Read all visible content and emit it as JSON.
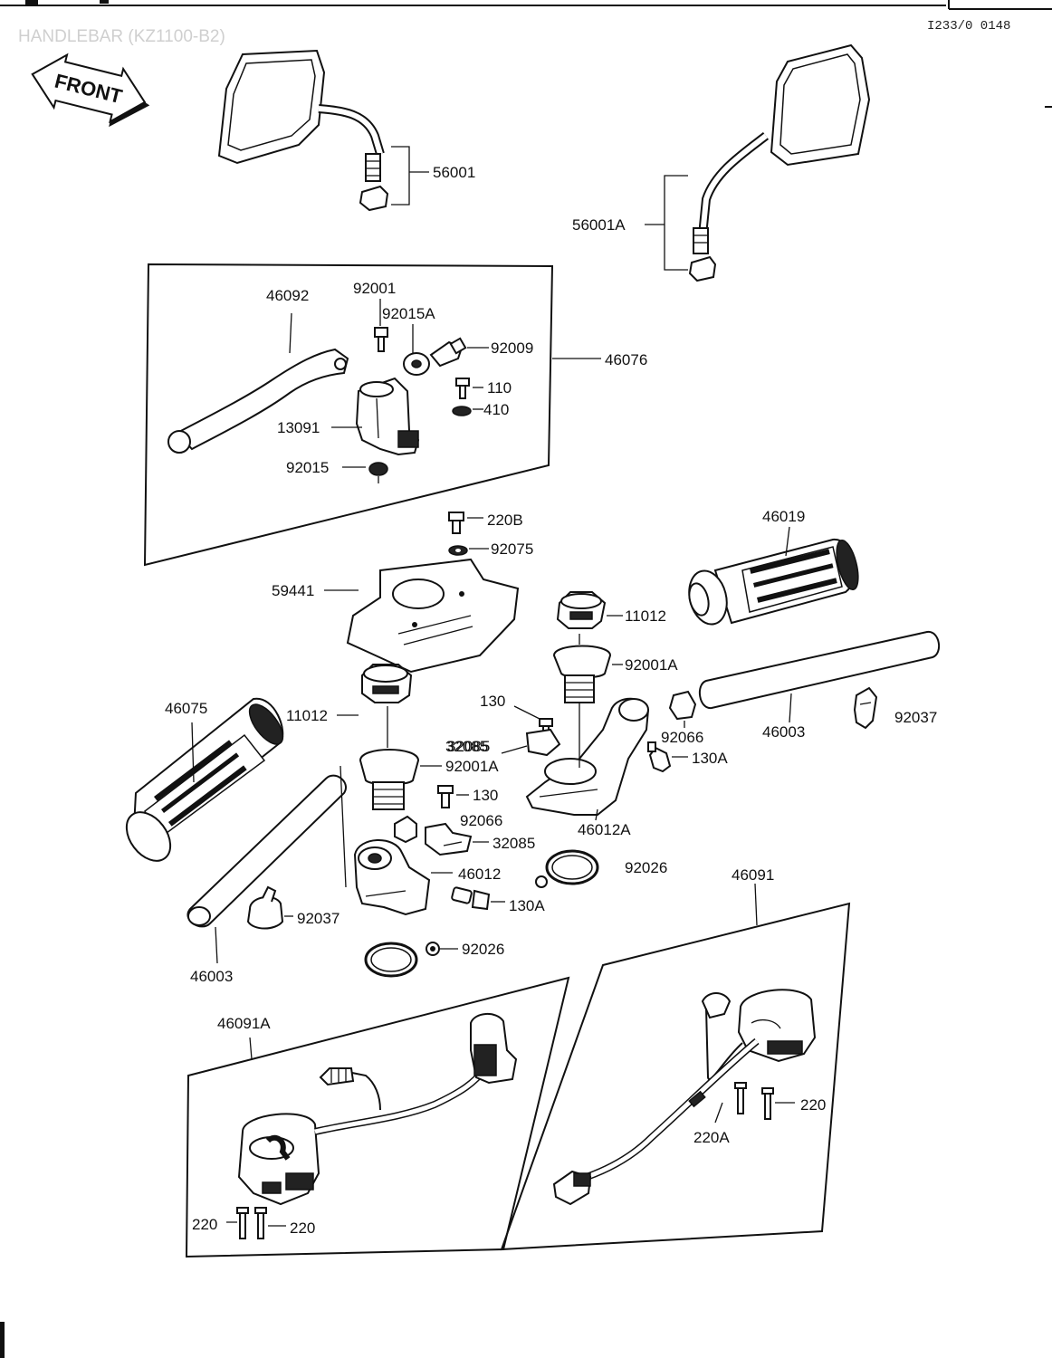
{
  "header": {
    "title": "HANDLEBAR (KZ1100-B2)",
    "doc_ref": "I233/0 0148",
    "front_label": "FRONT"
  },
  "parts": [
    {
      "id": "mirror-left",
      "number": "56001"
    },
    {
      "id": "mirror-right",
      "number": "56001A"
    },
    {
      "id": "brake-lever",
      "number": "46092"
    },
    {
      "id": "master-cyl-bolt",
      "number": "92001"
    },
    {
      "id": "master-cyl-washer-a",
      "number": "92015A"
    },
    {
      "id": "master-cyl-nipple",
      "number": "92009"
    },
    {
      "id": "master-cylinder-assy",
      "number": "46076"
    },
    {
      "id": "master-cyl-screw",
      "number": "110"
    },
    {
      "id": "master-cyl-washer-b",
      "number": "410"
    },
    {
      "id": "master-cyl-body",
      "number": "13091"
    },
    {
      "id": "master-cyl-washer-c",
      "number": "92015"
    },
    {
      "id": "cover-screw",
      "number": "220B"
    },
    {
      "id": "cover-washer",
      "number": "92075"
    },
    {
      "id": "handlebar-cover",
      "number": "59441"
    },
    {
      "id": "right-grip",
      "number": "46019"
    },
    {
      "id": "right-cap-nut",
      "number": "11012"
    },
    {
      "id": "right-bolt",
      "number": "92001A"
    },
    {
      "id": "right-bolt-130",
      "number": "130"
    },
    {
      "id": "right-clamp-32085",
      "number": "32085"
    },
    {
      "id": "right-collar",
      "number": "92066"
    },
    {
      "id": "right-bar",
      "number": "46003"
    },
    {
      "id": "right-clamp",
      "number": "92037"
    },
    {
      "id": "right-bolt-130a",
      "number": "130A"
    },
    {
      "id": "right-holder",
      "number": "46012A"
    },
    {
      "id": "left-grip",
      "number": "46075"
    },
    {
      "id": "left-cap-nut",
      "number": "11012"
    },
    {
      "id": "left-bolt",
      "number": "92001A"
    },
    {
      "id": "left-bolt-130",
      "number": "130"
    },
    {
      "id": "left-collar",
      "number": "92066"
    },
    {
      "id": "left-clamp-32085",
      "number": "32085"
    },
    {
      "id": "left-holder",
      "number": "46012"
    },
    {
      "id": "right-band",
      "number": "92026"
    },
    {
      "id": "left-bolt-130a",
      "number": "130A"
    },
    {
      "id": "left-clamp",
      "number": "92037"
    },
    {
      "id": "left-band",
      "number": "92026"
    },
    {
      "id": "left-bar",
      "number": "46003"
    },
    {
      "id": "right-switch",
      "number": "46091"
    },
    {
      "id": "left-switch",
      "number": "46091A"
    },
    {
      "id": "right-switch-screw",
      "number": "220"
    },
    {
      "id": "right-switch-screw-a",
      "number": "220A"
    },
    {
      "id": "left-switch-screw-1",
      "number": "220"
    },
    {
      "id": "left-switch-screw-2",
      "number": "220"
    }
  ]
}
